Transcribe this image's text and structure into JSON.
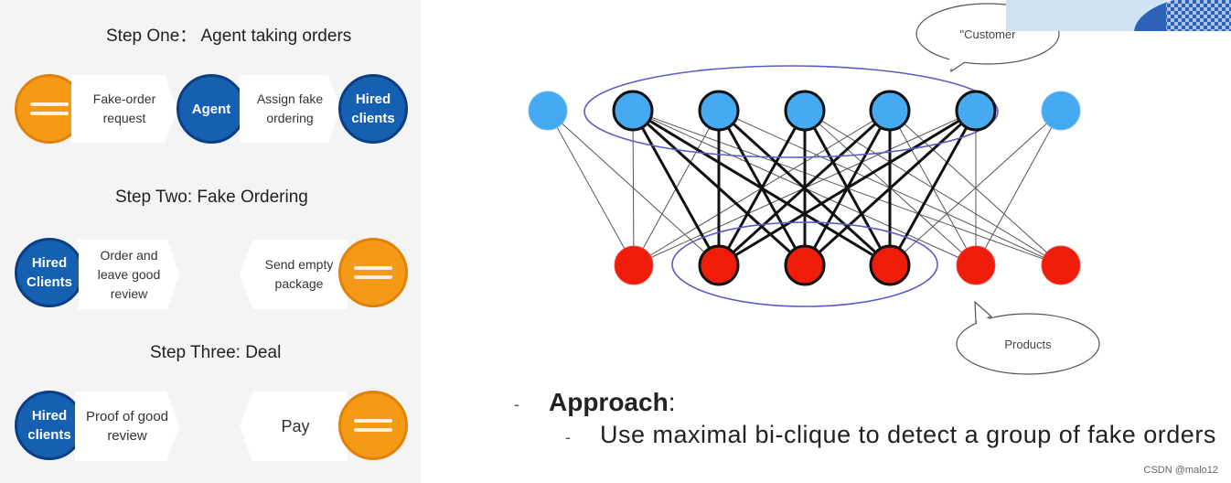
{
  "steps": [
    {
      "title": "Step One： Agent taking orders",
      "left_node": "",
      "left_arrow": "Fake-order request",
      "center_node": "Agent",
      "right_arrow": "Assign fake ordering",
      "right_node": "Hired clients"
    },
    {
      "title": "Step Two: Fake Ordering",
      "left_node": "Hired Clients",
      "left_arrow": "Order and leave good review",
      "right_arrow": "Send empty package",
      "right_node": ""
    },
    {
      "title": "Step Three: Deal",
      "left_node": "Hired clients",
      "left_arrow": "Proof of good review",
      "right_arrow": "Pay",
      "right_node": ""
    }
  ],
  "graph": {
    "customer_label": "\"Customer",
    "products_label": "Products",
    "colors": {
      "customer": "#45aaf2",
      "product": "#f01c0a",
      "ellipse": "#5a5acb"
    }
  },
  "approach": {
    "title": "Approach",
    "colon": ":",
    "description": "Use maximal bi-clique to detect a group of fake orders"
  },
  "watermark": "CSDN @malo12"
}
